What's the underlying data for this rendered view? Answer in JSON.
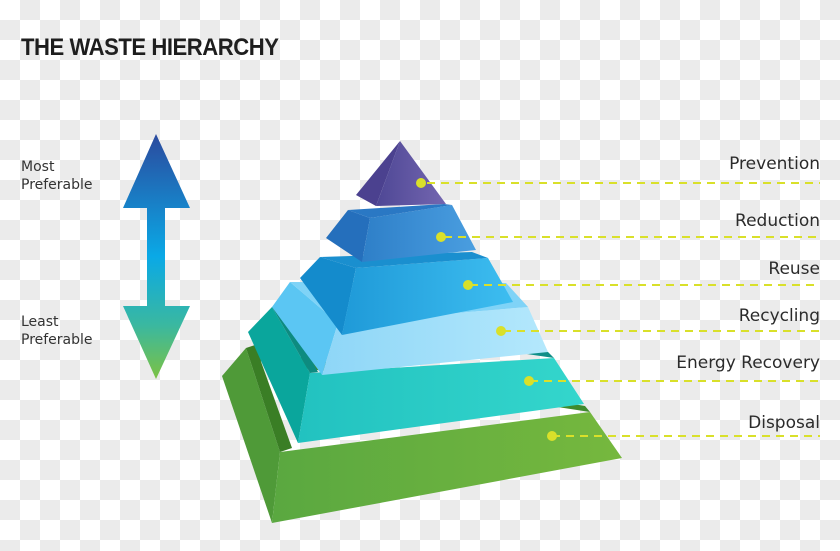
{
  "title": "THE WASTE HIERARCHY",
  "scale": {
    "top_label_line1": "Most",
    "top_label_line2": "Preferable",
    "bottom_label_line1": "Least",
    "bottom_label_line2": "Preferable",
    "arrow_gradient": [
      "#2b4a9e",
      "#0aa9e6",
      "#3ab8a0",
      "#7cc243"
    ]
  },
  "tiers": [
    {
      "label": "Prevention",
      "color": "#6a5fa8"
    },
    {
      "label": "Reduction",
      "color": "#3a8fd8"
    },
    {
      "label": "Reuse",
      "color": "#2aaee6"
    },
    {
      "label": "Recycling",
      "color": "#a2e0fa"
    },
    {
      "label": "Energy Recovery",
      "color": "#2ccfc5"
    },
    {
      "label": "Disposal",
      "color": "#66b040"
    }
  ],
  "leader_color": "#d9e02a",
  "background": "transparency-checkerboard"
}
